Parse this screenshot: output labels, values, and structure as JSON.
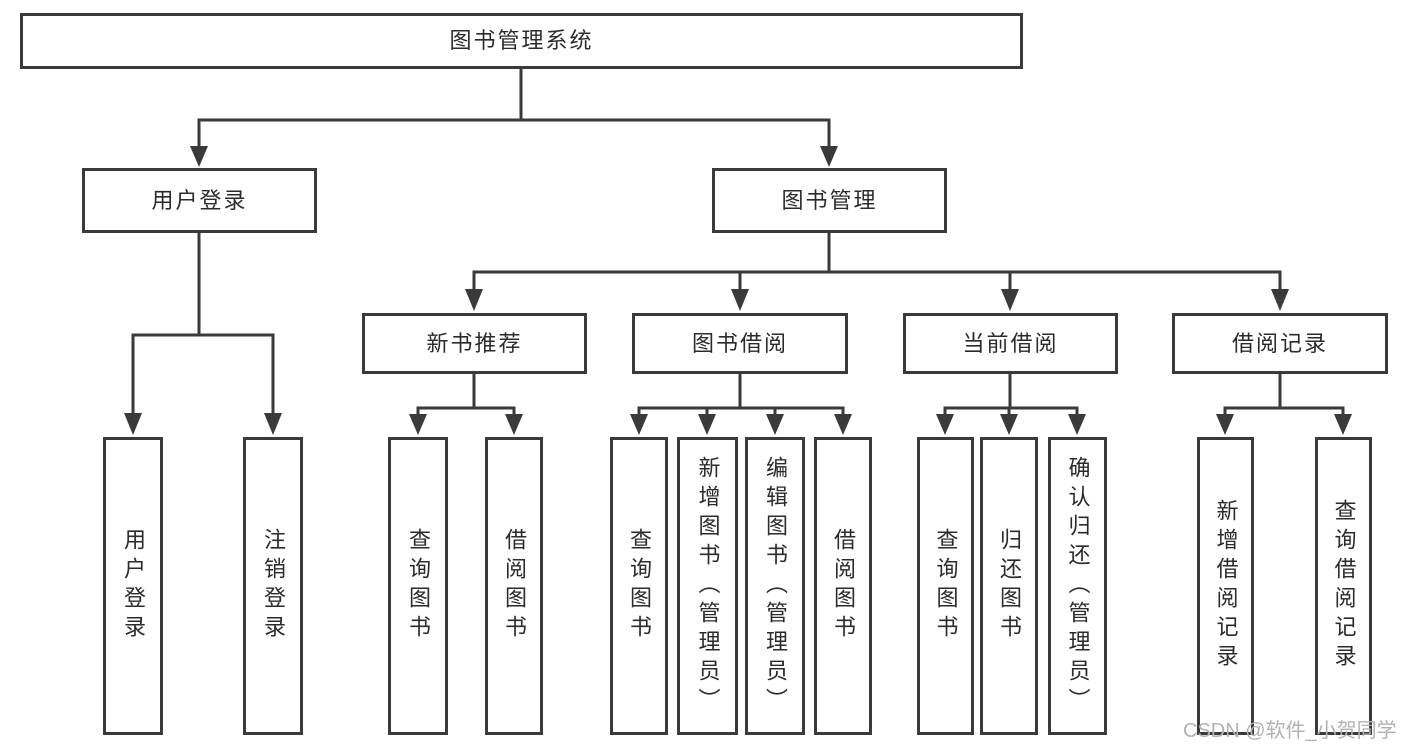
{
  "tree": {
    "root": {
      "label": "图书管理系统",
      "children": [
        {
          "label": "用户登录",
          "children": [
            {
              "label": "用户登录"
            },
            {
              "label": "注销登录"
            }
          ]
        },
        {
          "label": "图书管理",
          "children": [
            {
              "label": "新书推荐",
              "children": [
                {
                  "label": "查询图书"
                },
                {
                  "label": "借阅图书"
                }
              ]
            },
            {
              "label": "图书借阅",
              "children": [
                {
                  "label": "查询图书"
                },
                {
                  "label": "新增图书（管理员）"
                },
                {
                  "label": "编辑图书（管理员）"
                },
                {
                  "label": "借阅图书"
                }
              ]
            },
            {
              "label": "当前借阅",
              "children": [
                {
                  "label": "查询图书"
                },
                {
                  "label": "归还图书"
                },
                {
                  "label": "确认归还（管理员）"
                }
              ]
            },
            {
              "label": "借阅记录",
              "children": [
                {
                  "label": "新增借阅记录"
                },
                {
                  "label": "查询借阅记录"
                }
              ]
            }
          ]
        }
      ]
    }
  },
  "watermark": {
    "text": "CSDN @软件_小贺同学"
  },
  "colors": {
    "line": "#3a3a3a",
    "box_border": "#3a3a3a",
    "box_fill": "#ffffff",
    "text": "#2b2b2b",
    "watermark": "#b2b2b6",
    "background": "#ffffff"
  }
}
